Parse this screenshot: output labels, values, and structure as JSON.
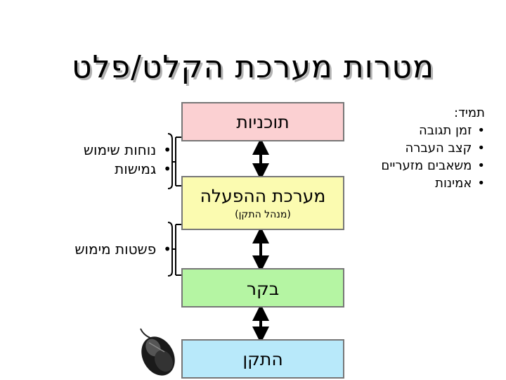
{
  "title": "מטרות מערכת הקלט/פלט",
  "layers": {
    "applications": "תוכניות",
    "os": "מערכת ההפעלה",
    "os_sub": "(מנהל התקן)",
    "controller": "בקר",
    "device": "התקן"
  },
  "left_properties_top": [
    "נוחות שימוש",
    "גמישות"
  ],
  "left_properties_bottom": [
    "פשטות מימוש"
  ],
  "goals": {
    "header": "תמיד:",
    "items": [
      "זמן תגובה",
      "קצב העברה",
      "משאבים מזעריים",
      "אמינות"
    ]
  },
  "colors": {
    "applications": "#fbd0d2",
    "os": "#fbfbb0",
    "controller": "#b5f5a3",
    "device": "#b8e9fa"
  },
  "icons": [
    "mouse-icon"
  ]
}
